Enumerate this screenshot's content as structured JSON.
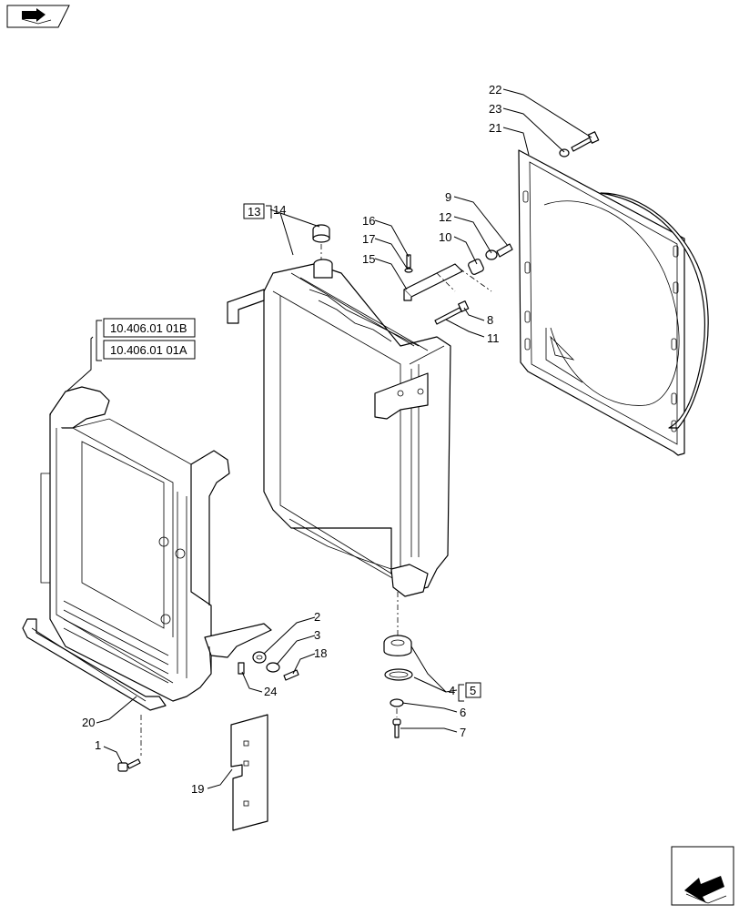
{
  "diagram": {
    "refs": {
      "ref_b": "10.406.01 01B",
      "ref_a": "10.406.01 01A",
      "ref_13": "13",
      "ref_5": "5"
    },
    "callouts": {
      "n1": "1",
      "n2": "2",
      "n3": "3",
      "n4": "4",
      "n6": "6",
      "n7": "7",
      "n8": "8",
      "n9": "9",
      "n10": "10",
      "n11": "11",
      "n12": "12",
      "n14": "14",
      "n15": "15",
      "n16": "16",
      "n17": "17",
      "n18": "18",
      "n19": "19",
      "n20": "20",
      "n21": "21",
      "n22": "22",
      "n23": "23",
      "n24": "24"
    }
  },
  "nav": {
    "prev_icon": "arrow-left-icon",
    "next_icon": "arrow-right-icon"
  }
}
